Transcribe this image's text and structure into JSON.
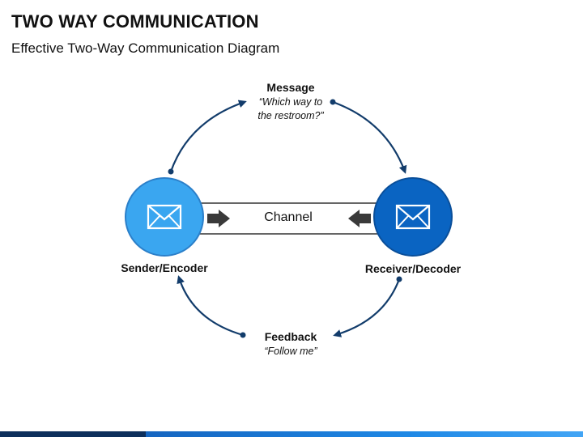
{
  "header": {
    "title": "TWO WAY COMMUNICATION",
    "subtitle": "Effective Two-Way Communication Diagram"
  },
  "nodes": {
    "sender": {
      "label": "Sender/Encoder",
      "icon": "envelope-icon",
      "color": "#3aa6f0"
    },
    "receiver": {
      "label": "Receiver/Decoder",
      "icon": "envelope-icon",
      "color": "#0a64c2"
    }
  },
  "channel": {
    "label": "Channel"
  },
  "message": {
    "label": "Message",
    "quote_line1": "“Which way to",
    "quote_line2": "the restroom?”"
  },
  "feedback": {
    "label": "Feedback",
    "quote": "“Follow me”"
  },
  "colors": {
    "arc": "#123c6b",
    "arrow_gray": "#3a3a3a",
    "bar_dark": "#0d2f5c",
    "bar_light": "#1e88e5"
  }
}
